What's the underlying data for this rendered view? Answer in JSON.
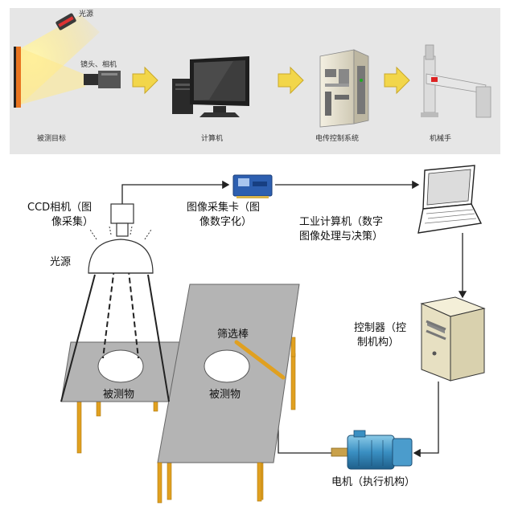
{
  "top_panel": {
    "background": "#e6e6e6",
    "labels": {
      "light_source": "光源",
      "lens_camera": "镜头、相机",
      "target": "被测目标",
      "computer": "计算机",
      "control_system": "电传控制系统",
      "robot": "机械手"
    },
    "arrow_color": "#f2d64a"
  },
  "bottom_diagram": {
    "labels": {
      "ccd_line1": "CCD相机（图",
      "ccd_line2": "像采集）",
      "capture_line1": "图像采集卡（图",
      "capture_line2": "像数字化）",
      "pc_line1": "工业计算机（数字",
      "pc_line2": "图像处理与决策）",
      "light": "光源",
      "controller_line1": "控制器（控",
      "controller_line2": "制机构）",
      "rod": "筛选棒",
      "object_left": "被测物",
      "object_right": "被测物",
      "motor": "电机（执行机构）"
    },
    "table_color": "#b4b4b4",
    "leg_color": "#e0a020"
  }
}
